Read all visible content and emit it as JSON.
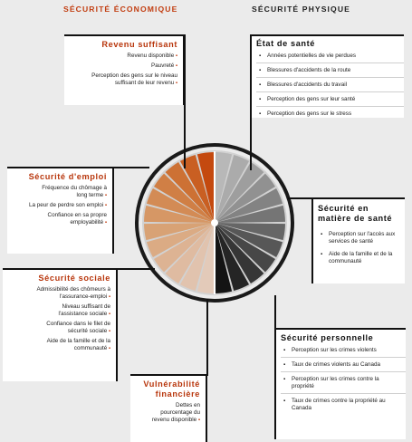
{
  "columns": {
    "economic": "SÉCURITÉ ÉCONOMIQUE",
    "physical": "SÉCURITÉ PHYSIQUE"
  },
  "economic": {
    "revenu": {
      "title": "Revenu suffisant",
      "items": [
        "Revenu disponible",
        "Pauvreté",
        "Perception des gens sur le niveau suffisant de leur revenu"
      ]
    },
    "emploi": {
      "title": "Sécurité d'emploi",
      "items": [
        "Fréquence du chômage à long terme",
        "La peur de perdre son emploi",
        "Confiance en sa propre employabilité"
      ]
    },
    "sociale": {
      "title": "Sécurité sociale",
      "items": [
        "Admissibilité des chômeurs à l'assurance-emploi",
        "Niveau suffisant de l'assistance sociale",
        "Confiance dans le filet de sécurité sociale",
        "Aide de la famille et de la communauté"
      ]
    },
    "vulnerabilite": {
      "title_line1": "Vulnérabilité",
      "title_line2": "financière",
      "items": [
        "Dettes en pourcentage du revenu disponible"
      ]
    }
  },
  "physical": {
    "sante": {
      "title": "État de santé",
      "items": [
        "Années potentielles de vie perdues",
        "Blessures d'accidents de la route",
        "Blessures d'accidents du travail",
        "Perception des gens sur leur santé",
        "Perception des gens sur le stress"
      ]
    },
    "services": {
      "title_line1": "Sécurité en",
      "title_line2": "matière de santé",
      "items": [
        "Perception sur l'accès aux services de santé",
        "Aide de la famille et de la communauté"
      ]
    },
    "personnelle": {
      "title": "Sécurité personnelle",
      "items": [
        "Perception sur les crimes violents",
        "Taux de crimes violents au Canada",
        "Perception sur les crimes contre la propriété",
        "Taux de crimes contre la propriété au Canada"
      ]
    }
  },
  "wheel_colors": {
    "economic": [
      "#c4490f",
      "#c95f22",
      "#cd7134",
      "#d07f45",
      "#d38b55",
      "#d69765",
      "#d8a275",
      "#dbab84",
      "#ddb393",
      "#dfbba1",
      "#e1c3ae",
      "#e3cab9"
    ],
    "physical": [
      "#b8b8b8",
      "#ababab",
      "#9e9e9e",
      "#919191",
      "#838383",
      "#757575",
      "#666666",
      "#575757",
      "#474747",
      "#363636",
      "#252525",
      "#141414"
    ]
  }
}
